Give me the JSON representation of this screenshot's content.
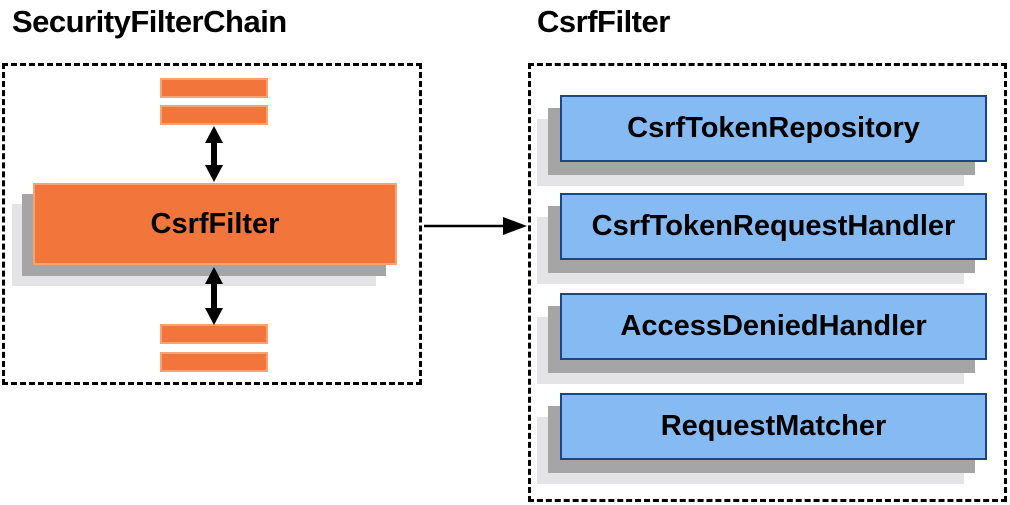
{
  "left_panel": {
    "title": "SecurityFilterChain",
    "filter_box_label": "CsrfFilter",
    "stack_bars": [
      "filter-bar-top-1",
      "filter-bar-top-2",
      "filter-bar-bottom-1",
      "filter-bar-bottom-2"
    ]
  },
  "right_panel": {
    "title": "CsrfFilter",
    "components": [
      {
        "label": "CsrfTokenRepository"
      },
      {
        "label": "CsrfTokenRequestHandler"
      },
      {
        "label": "AccessDeniedHandler"
      },
      {
        "label": "RequestMatcher"
      }
    ]
  },
  "colors": {
    "orange_fill": "#f2763c",
    "orange_border": "#f8a173",
    "blue_fill": "#85baf2",
    "blue_border": "#1c4587",
    "shadow_dark": "#a5a5a5",
    "shadow_light": "#e4e4e6",
    "arrow": "#000000",
    "text": "#000000"
  }
}
